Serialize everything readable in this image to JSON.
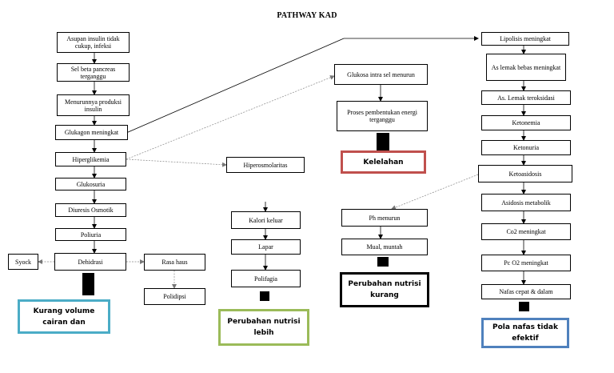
{
  "title": "PATHWAY KAD",
  "colors": {
    "kelelahan_border": "#c0504d",
    "volume_border": "#4bacc6",
    "nutrisi_lebih_border": "#9bbb59",
    "nutrisi_kurang_border": "#000000",
    "nafas_border": "#4f81bd"
  },
  "nodes": {
    "asupan": "Asupan insulin tidak cukup, infeksi",
    "sel_beta": "Sel beta pancreas terganggu",
    "menurunnya": "Menurunnya produksi insulin",
    "glukagon": "Glukagon meningkat",
    "hiperglikemia": "Hiperglikemia",
    "glukosuria": "Glukosuria",
    "diuresis": "Diuresis Osmotik",
    "poliuria": "Poliuria",
    "syock": "Syock",
    "dehidrasi": "Dehidrasi",
    "rasa_haus": "Rasa haus",
    "polidipsi": "Polidipsi",
    "hiperosmolaritas": "Hiperosmolaritas",
    "kalori_keluar": "Kalori keluar",
    "lapar": "Lapar",
    "polifagia": "Polifagia",
    "glukosa_intra": "Glukosa intra sel menurun",
    "proses": "Proses pembentukan energi terganggu",
    "ph_menurun": "Ph menurun",
    "mual": "Mual, muntah",
    "lipolisis": "Lipolisis meningkat",
    "as_lemak_bebas": "As lemak bebas meningkat",
    "as_lemak_ter": "As. Lemak teroksidasi",
    "ketonemia": "Ketonemia",
    "ketonuria": "Ketonuria",
    "ketoasidosis": "Ketoasidosis",
    "asidosis": "Asidosis metabolik",
    "co2": "Co2 meningkat",
    "pco2": "Pc O2 meningkat",
    "nafas": "Nafas cepat & dalam"
  },
  "diagnoses": {
    "kelelahan": "Kelelahan",
    "volume": "Kurang volume cairan dan",
    "nutrisi_lebih": "Perubahan nutrisi lebih",
    "nutrisi_kurang": "Perubahan nutrisi kurang",
    "nafas": "Pola nafas tidak efektif"
  }
}
